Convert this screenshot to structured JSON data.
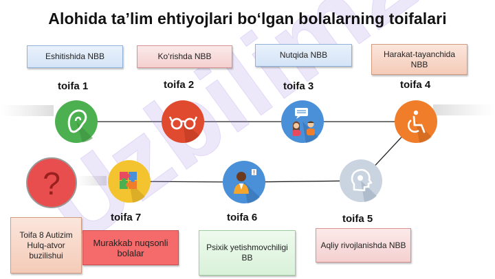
{
  "title": "Alohida ta’lim ehtiyojlari bo‘lgan bolalarning toifalari",
  "watermark": "Uzbilim24",
  "boxes": {
    "b1": "Eshitishida NBB",
    "b2": "Ko‘rishda NBB",
    "b3": "Nutqida NBB",
    "b4": "Harakat-tayanchida NBB",
    "b5": "Aqliy rivojlanishda NBB",
    "b6": "Psixik yetishmovchiligi BB",
    "b7": "Murakkab nuqsonli bolalar",
    "b8": "Toifa 8 Autizim Hulq-atvor buzilishui"
  },
  "labels": {
    "t1": "toifa 1",
    "t2": "toifa 2",
    "t3": "toifa 3",
    "t4": "toifa 4",
    "t5": "toifa 5",
    "t6": "toifa 6",
    "t7": "toifa 7"
  },
  "question_mark": "?",
  "colors": {
    "green": "#4caf50",
    "red": "#e04a2f",
    "blue": "#4a90d9",
    "orange": "#f07d2a",
    "gray": "#c9d4e0",
    "yellow": "#f4c430",
    "question": "#e94e4e"
  },
  "icons": {
    "n1": "ear-icon",
    "n2": "glasses-icon",
    "n3": "speech-people-icon",
    "n4": "wheelchair-icon",
    "n5": "brain-head-icon",
    "n6": "person-icon",
    "n7": "puzzle-icon",
    "n8": "question-icon"
  }
}
